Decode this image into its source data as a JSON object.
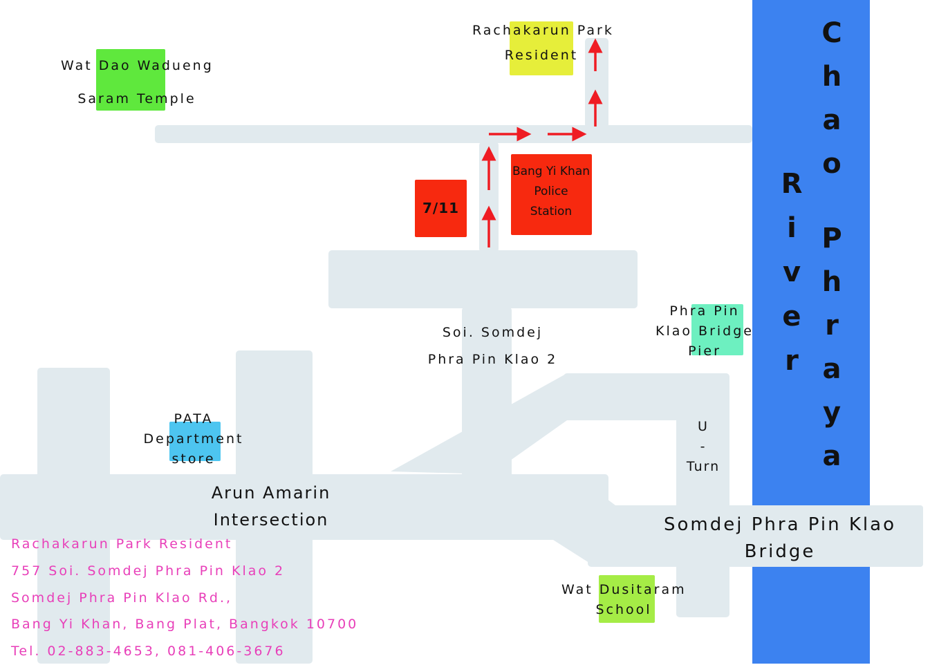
{
  "landmarks": {
    "wat_dao": [
      "Wat Dao Wadueng",
      "Saram Temple"
    ],
    "rachakarun": [
      "Rachakarun Park",
      "Resident"
    ],
    "seven_eleven": "7/11",
    "police": [
      "Bang Yi Khan",
      "Police",
      "Station"
    ],
    "pier": [
      "Phra Pin",
      "Klao Bridge",
      "Pier"
    ],
    "pata": [
      "PATA",
      "Department",
      "store"
    ],
    "wat_dusit": [
      "Wat Dusitaram",
      "School"
    ]
  },
  "roads": {
    "soi": [
      "Soi. Somdej",
      "Phra Pin Klao 2"
    ],
    "u_turn": [
      "U",
      "-",
      "Turn"
    ],
    "intersection": [
      "Arun Amarin",
      "Intersection"
    ],
    "bridge": [
      "Somdej Phra Pin Klao",
      "Bridge"
    ]
  },
  "river": {
    "word1": "Chao",
    "word2": "Phraya",
    "word3": "River"
  },
  "address": [
    "Rachakarun Park Resident",
    "757 Soi. Somdej Phra Pin Klao 2",
    "Somdej Phra Pin Klao Rd.,",
    "Bang Yi Khan, Bang Plat, Bangkok 10700",
    "Tel. 02-883-4653, 081-406-3676"
  ],
  "colors": {
    "river": "#3c82f0",
    "road": "#e1eaee",
    "temple_green": "#5fe83d",
    "residence_yellow": "#e6ee3a",
    "shop_red": "#f7290f",
    "pier_mint": "#6df0c0",
    "dept_blue": "#4dc5f0",
    "school_green": "#a5ec46",
    "route_arrow": "#ef1c23",
    "address_text": "#e83fb9"
  }
}
